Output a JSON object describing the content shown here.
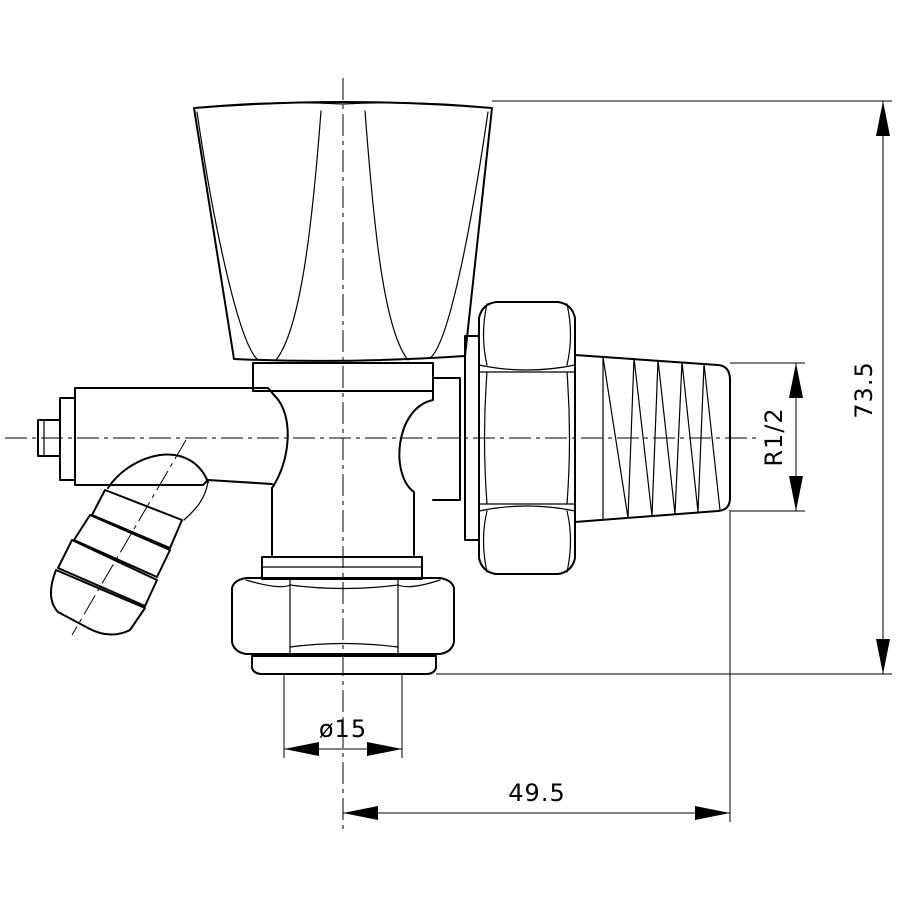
{
  "dimensions": {
    "height": "73.5",
    "thread": "R1/2",
    "diameter": "ø15",
    "offset": "49.5"
  }
}
